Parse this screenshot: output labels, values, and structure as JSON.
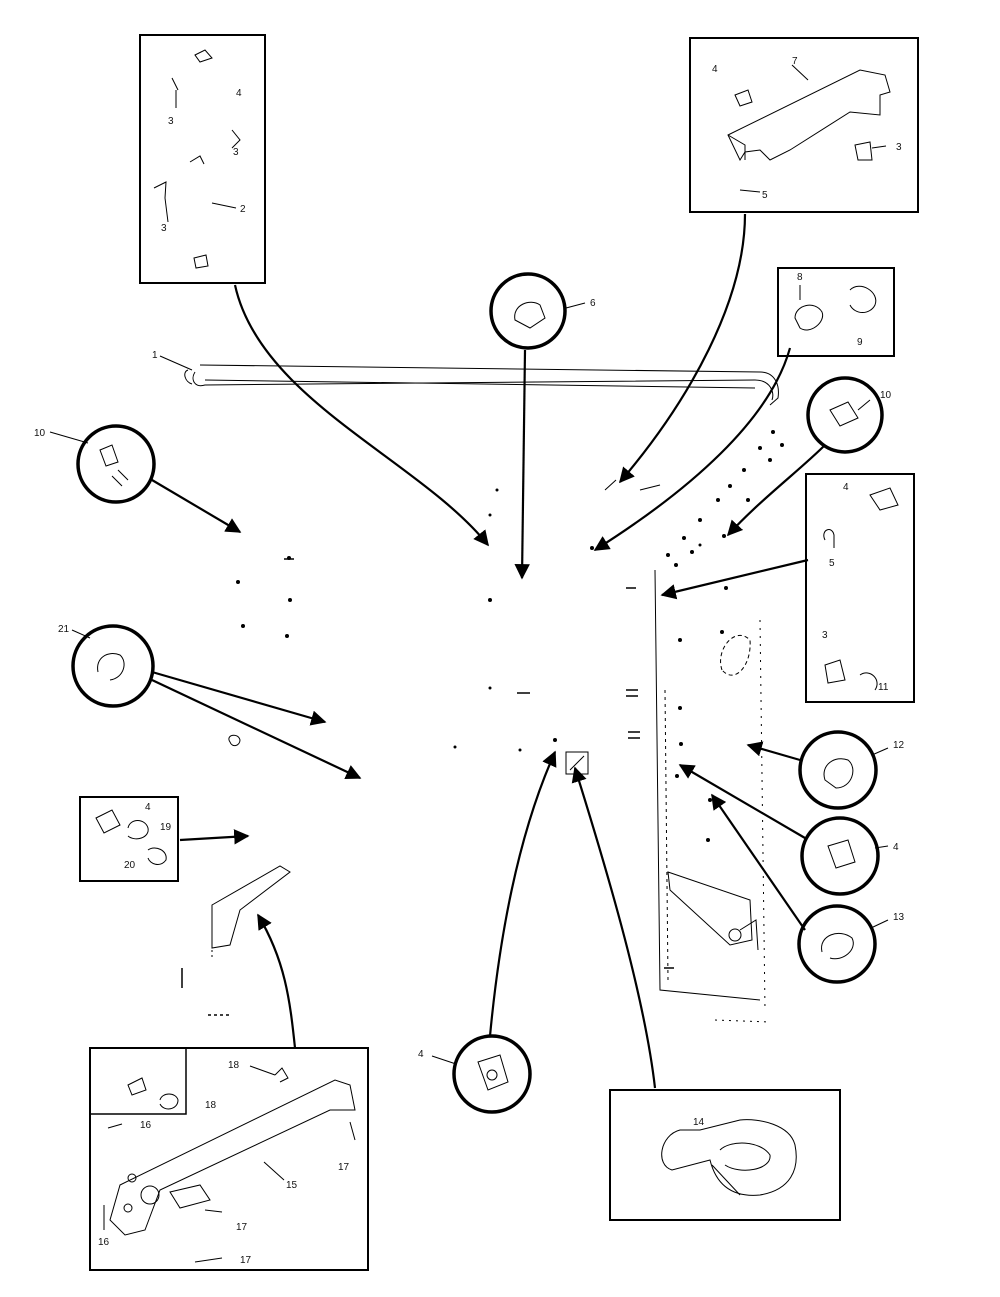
{
  "callouts": {
    "c_top_left": {
      "labels": [
        "3",
        "4",
        "3",
        "2",
        "3"
      ]
    },
    "c_top_right": {
      "labels": [
        "4",
        "7",
        "3",
        "5"
      ]
    },
    "c_89": {
      "labels": [
        "8",
        "9"
      ]
    },
    "c_right_mid": {
      "labels": [
        "4",
        "5",
        "3",
        "11"
      ]
    },
    "c_left_small": {
      "labels": [
        "4",
        "19",
        "20"
      ]
    },
    "c_bottom_left": {
      "labels": [
        "18",
        "16",
        "18",
        "15",
        "17",
        "17",
        "17",
        "16"
      ]
    },
    "c_bottom_right": {
      "labels": [
        "14"
      ]
    }
  },
  "circles": [
    {
      "label": "6"
    },
    {
      "label": "10"
    },
    {
      "label": "10"
    },
    {
      "label": "21"
    },
    {
      "label": "12"
    },
    {
      "label": "4"
    },
    {
      "label": "13"
    },
    {
      "label": "4"
    }
  ],
  "main_labels": {
    "part1": "1"
  }
}
